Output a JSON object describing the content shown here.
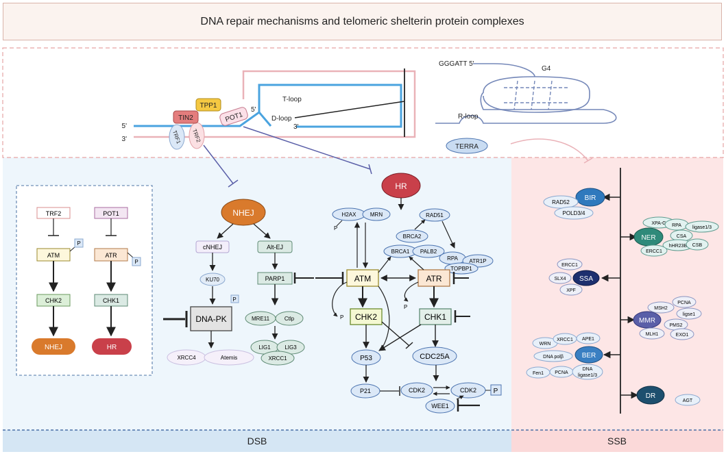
{
  "title": "DNA repair mechanisms and telomeric shelterin protein complexes",
  "colors": {
    "dsb_bg": "#eef6fc",
    "ssb_bg": "#fde6e6",
    "footer_dsb": "#d5e6f4",
    "footer_ssb": "#fbd9d9",
    "telomere_blue": "#4aa3df",
    "telomere_pink": "#eab2b8",
    "nhej_orange": "#d97a2c",
    "hr_red": "#c9404a",
    "inhibit_purple": "#5a5fa8"
  },
  "telomere": {
    "five_prime": "5'",
    "three_prime": "3'",
    "five_prime_loop": "5'",
    "three_prime_loop": "3'",
    "t_loop": "T-loop",
    "d_loop": "D-loop",
    "tpp1": "TPP1",
    "tin2": "TIN2",
    "pot1": "POT1",
    "trf1": "TRF1",
    "trf2": "TRF2",
    "gggatt": "GGGATT 5'",
    "g4": "G4",
    "r_loop": "R-loop",
    "terra": "TERRA"
  },
  "inset": {
    "trf2": "TRF2",
    "pot1": "POT1",
    "atm": "ATM",
    "atr": "ATR",
    "p1": "P",
    "p2": "P",
    "chk2": "CHK2",
    "chk1": "CHK1",
    "nhej": "NHEJ",
    "hr": "HR"
  },
  "nhej": {
    "title": "NHEJ",
    "cnhej": "cNHEJ",
    "alt_ej": "Alt-EJ",
    "ku70": "KU70",
    "parp1": "PARP1",
    "dnapk": "DNA-PK",
    "p": "P",
    "mre11": "MRE11",
    "ctip": "Ctlp",
    "lig1": "LIG1",
    "lig3": "LIG3",
    "xrcc1": "XRCC1",
    "xrcc4": "XRCC4",
    "atemis": "Atemis"
  },
  "hr": {
    "title": "HR",
    "h2ax": "H2AX",
    "mrn": "MRN",
    "p_h2ax": "P",
    "rad51": "RAD51",
    "brca2": "BRCA2",
    "brca1": "BRCA1",
    "palb2": "PALB2",
    "rpa": "RPA",
    "atr1p": "ATR1P",
    "topbp1": "TOPBP1",
    "atm": "ATM",
    "atr": "ATR",
    "chk2": "CHK2",
    "chk1": "CHK1",
    "p_chk2": "P",
    "p_chk1": "P",
    "p53": "P53",
    "cdc25a": "CDC25A",
    "p21": "P21",
    "cdk2_a": "CDK2",
    "cdk2_b": "CDK2",
    "p_cdk2": "P",
    "wee1": "WEE1"
  },
  "ssb": {
    "bir": "BIR",
    "rad52": "RAD52",
    "pold": "POLD3/4",
    "ner": "NER",
    "xpag": "XPA-G",
    "rpa": "RPA",
    "ligase13": "ligase1/3",
    "csa": "CSA",
    "hhr23b": "hHR23B",
    "csb": "CSB",
    "ercc1_ner": "ERCC1",
    "ssa": "SSA",
    "ercc1": "ERCC1",
    "slx4": "SLX4",
    "xpf": "XPF",
    "mmr": "MMR",
    "msh2": "MSH2",
    "pcna_mmr": "PCNA",
    "ligse1": "ligse1",
    "pms2": "PMS2",
    "mlh1": "MLH1",
    "exo1": "EXO1",
    "ber": "BER",
    "wrn": "WRN",
    "xrcc1": "XRCC1",
    "ape1": "APE1",
    "dna_pol": "DNA polβ",
    "fen1": "Fen1",
    "pcna": "PCNA",
    "dna": "DNA",
    "ligase13_ber": "ligase1/3",
    "dr": "DR",
    "agt": "AGT"
  },
  "footer": {
    "dsb": "DSB",
    "ssb": "SSB"
  }
}
